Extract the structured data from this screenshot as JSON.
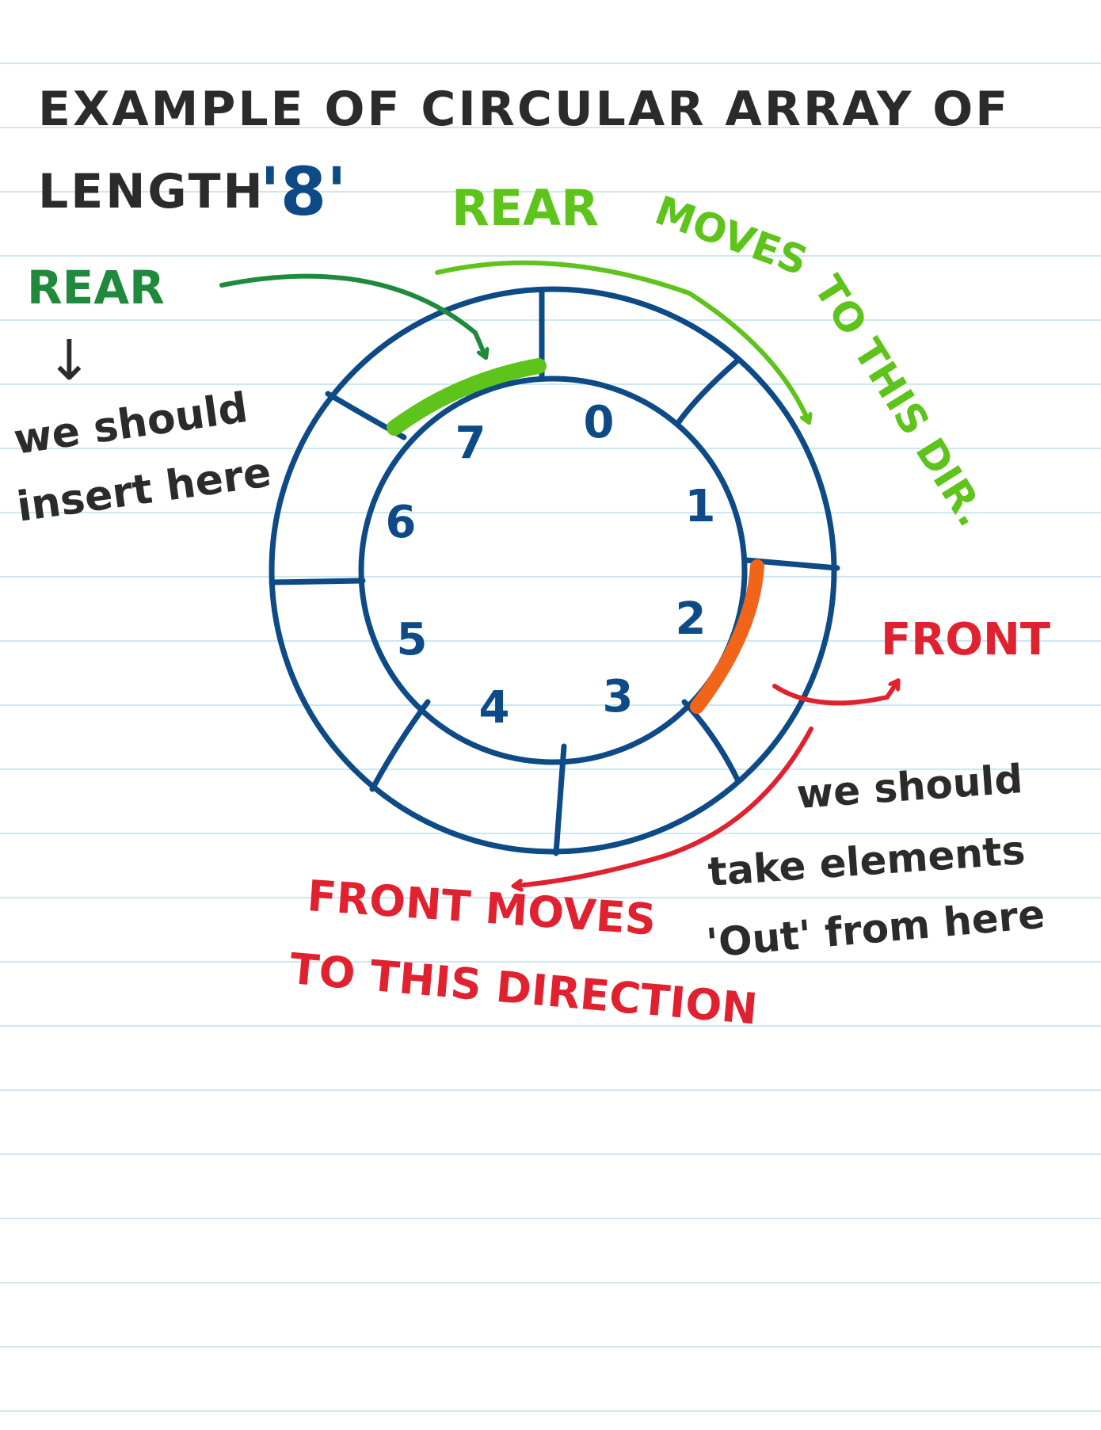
{
  "title": {
    "line1": "EXAMPLE OF CIRCULAR ARRAY OF",
    "line2_prefix": "LENGTH",
    "length_value": "'8'"
  },
  "labels": {
    "rear": "REAR",
    "rear_note_line1": "we should",
    "rear_note_line2": "insert here",
    "rear_direction_word1": "REAR",
    "rear_direction_word2": "MOVES",
    "rear_direction_rest": "TO THIS DIR.",
    "front": "FRONT",
    "front_note_line1": "we should",
    "front_note_line2": "take elements",
    "front_note_line3": "'Out' from here",
    "front_direction_line1": "FRONT MOVES",
    "front_direction_line2": "TO THIS DIRECTION"
  },
  "array": {
    "length": 8,
    "indices": [
      "0",
      "1",
      "2",
      "3",
      "4",
      "5",
      "6",
      "7"
    ],
    "rear_index": 7,
    "front_index": 2
  },
  "colors": {
    "ring": "#0d4a86",
    "rear_highlight": "#5ec31a",
    "front_highlight": "#f2641a",
    "rear_label": "#1f8a3c",
    "rear_direction": "#5ec31a",
    "front_label": "#e02230",
    "text": "#2b2b2b"
  }
}
